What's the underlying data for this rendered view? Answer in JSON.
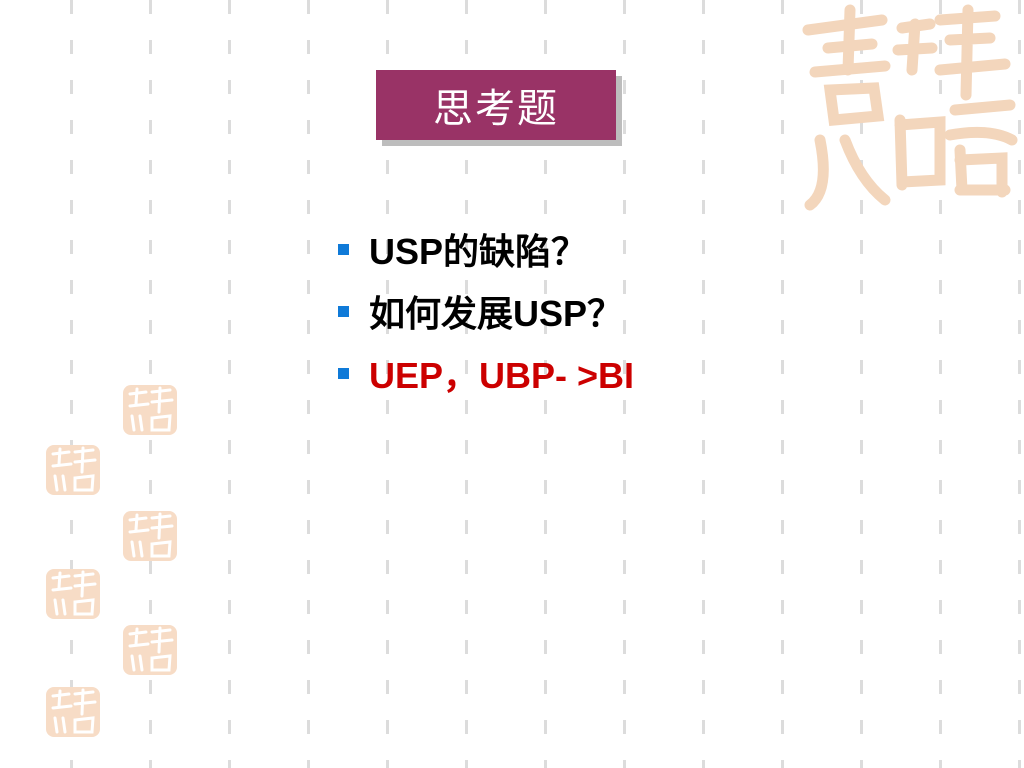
{
  "slide": {
    "title": "思考题",
    "bullets": [
      {
        "text": "USP的缺陷？",
        "color": "#000000"
      },
      {
        "text": "如何发展USP？",
        "color": "#000000"
      },
      {
        "text": "UEP，UBP- >BI",
        "color": "#cc0000"
      }
    ]
  },
  "decor": {
    "seal_icon": "jixiang-ruyi-seal-icon",
    "seal_color": "#f7d9bf",
    "title_bg": "#993366",
    "bullet_color": "#0f7ad8"
  }
}
